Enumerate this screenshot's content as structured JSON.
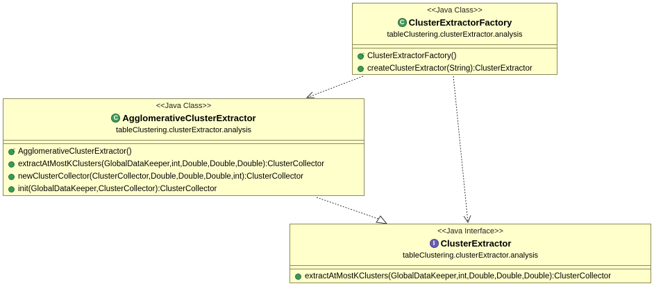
{
  "classes": {
    "factory": {
      "stereotype": "<<Java Class>>",
      "name": "ClusterExtractorFactory",
      "package": "tableClustering.clusterExtractor.analysis",
      "operations": [
        {
          "kind": "constructor",
          "text": "ClusterExtractorFactory()"
        },
        {
          "kind": "public",
          "text": "createClusterExtractor(String):ClusterExtractor"
        }
      ]
    },
    "agglomerative": {
      "stereotype": "<<Java Class>>",
      "name": "AgglomerativeClusterExtractor",
      "package": "tableClustering.clusterExtractor.analysis",
      "operations": [
        {
          "kind": "constructor",
          "text": "AgglomerativeClusterExtractor()"
        },
        {
          "kind": "public",
          "text": "extractAtMostKClusters(GlobalDataKeeper,int,Double,Double,Double):ClusterCollector"
        },
        {
          "kind": "public",
          "text": "newClusterCollector(ClusterCollector,Double,Double,Double,int):ClusterCollector"
        },
        {
          "kind": "public",
          "text": "init(GlobalDataKeeper,ClusterCollector):ClusterCollector"
        }
      ]
    },
    "iface": {
      "stereotype": "<<Java Interface>>",
      "name": "ClusterExtractor",
      "package": "tableClustering.clusterExtractor.analysis",
      "operations": [
        {
          "kind": "public",
          "text": "extractAtMostKClusters(GlobalDataKeeper,int,Double,Double,Double):ClusterCollector"
        }
      ]
    }
  },
  "icons": {
    "class_badge": "C",
    "interface_badge": "I"
  },
  "colors": {
    "class_fill": "#ffffcc",
    "border": "#8a8a5a",
    "class_badge": "#3f9a5a",
    "interface_badge": "#6b5fb0",
    "visibility_public": "#3a9a55"
  }
}
